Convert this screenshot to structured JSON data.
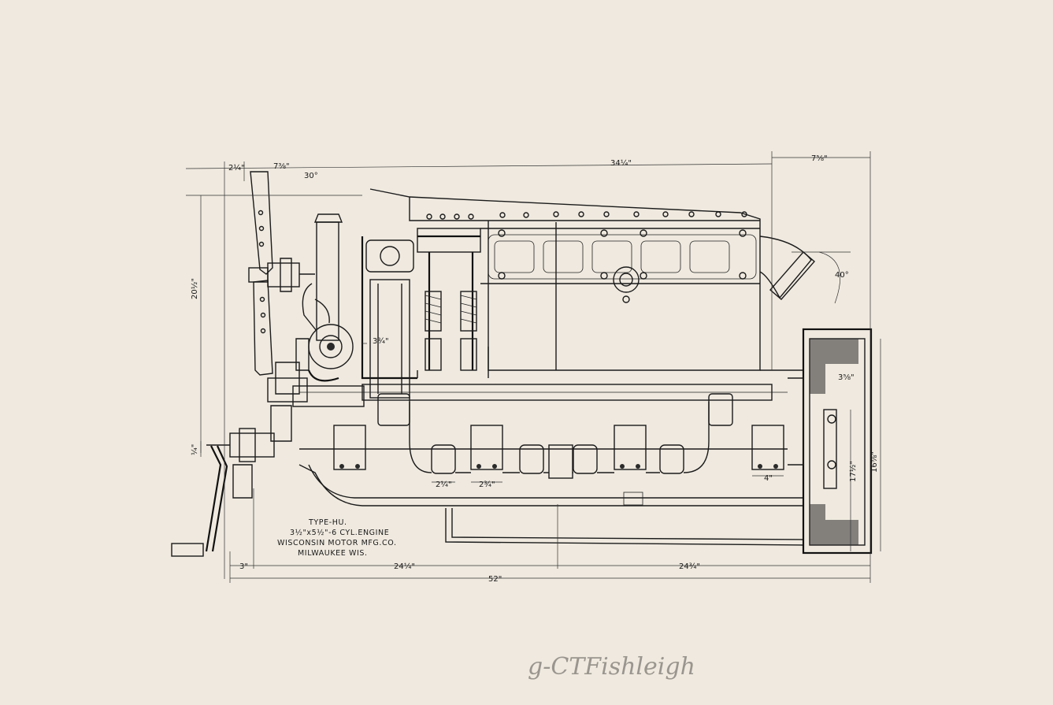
{
  "dimensions": {
    "top_small": "2¼\"",
    "top_offset": "7⅜\"",
    "angle_top": "30°",
    "top_length": "34¼\"",
    "top_right": "7⅝\"",
    "angle_outlet": "40°",
    "height_overall": "20½\"",
    "bore_left": "3¾\"",
    "flywheel_offset": "3⅝\"",
    "crank_small": "¼\"",
    "bearing_a": "2¼\"",
    "bearing_b": "2¾\"",
    "bearing_c": "4\"",
    "flywheel_dia": "17½\"",
    "housing_dia": "16⅝\"",
    "bottom_left": "3\"",
    "bottom_mid_a": "24¼\"",
    "bottom_mid_b": "24¾\"",
    "bottom_overall": "52\""
  },
  "caption": {
    "line1": "TYPE-HU.",
    "line2": "3½\"x5½\"-6 CYL.ENGINE",
    "line3": "WISCONSIN MOTOR MFG.CO.",
    "line4": "MILWAUKEE WIS."
  },
  "signature": "g-CTFishleigh",
  "colors": {
    "paper": "#efe9df",
    "ink": "#1b1b1b",
    "pencil": "#9a958e"
  }
}
